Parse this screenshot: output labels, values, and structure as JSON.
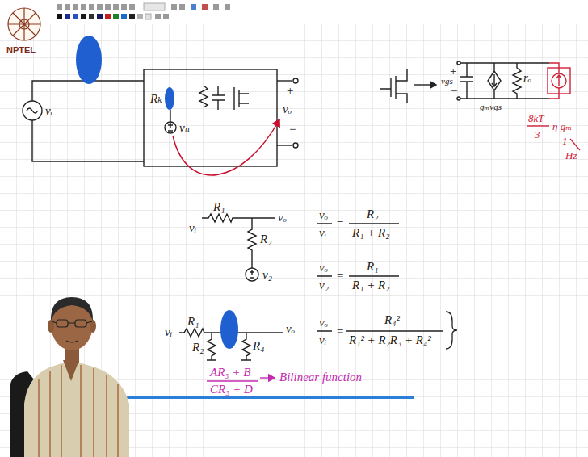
{
  "diagram": {
    "labels": [
      "NPTEL",
      "vᵢ",
      "Rₖ",
      "vₙ",
      "+",
      "−",
      "vₒ",
      "+",
      "vgs",
      "−",
      "gₘvgs",
      "rₒ",
      "8kT",
      "3",
      "η gₘ",
      "1",
      "Hz",
      "R₁",
      "vᵢ",
      "vₒ",
      "R₂",
      "v₂",
      "vₒ",
      "=",
      "vᵢ",
      "R₂",
      "R₁ + R₂",
      "vₒ",
      "=",
      "v₂",
      "R₁",
      "R₁ + R₂",
      "R₁",
      "vᵢ",
      "R₂",
      "R₄",
      "vₒ",
      "vₒ",
      "=",
      "vᵢ",
      "R₄²",
      "R₁² + R₂R₃ + R₄²",
      "AR₃ + B",
      "CR₃ + D",
      "Bilinear function"
    ]
  }
}
